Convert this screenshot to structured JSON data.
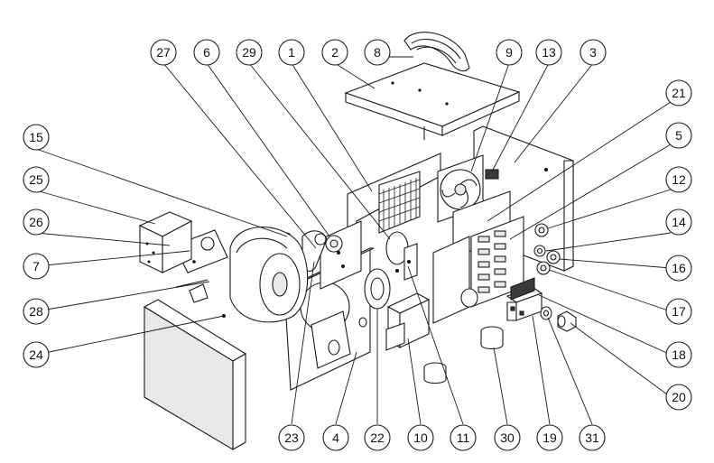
{
  "callouts": [
    "27",
    "6",
    "29",
    "1",
    "2",
    "8",
    "9",
    "13",
    "3",
    "21",
    "15",
    "25",
    "26",
    "7",
    "28",
    "24",
    "5",
    "12",
    "14",
    "16",
    "17",
    "18",
    "20",
    "23",
    "4",
    "22",
    "10",
    "11",
    "30",
    "19",
    "31"
  ]
}
